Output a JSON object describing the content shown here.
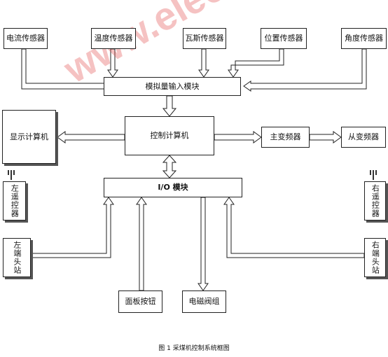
{
  "sensors": {
    "current": "电流传感器",
    "temperature": "温度传感器",
    "gas": "瓦斯传感器",
    "position": "位置传感器",
    "angle": "角度传感器"
  },
  "modules": {
    "analog_input": "模拟量输入模块",
    "control_computer": "控制计算机",
    "display_computer": "显示计算机",
    "io_module": "I/O  模块",
    "main_inverter": "主变频器",
    "slave_inverter": "从变频器",
    "panel_buttons": "面板按钮",
    "solenoid_valve": "电磁阀组"
  },
  "remotes": {
    "left": "左遥控器",
    "right": "右遥控器"
  },
  "terminals": {
    "left": "左端头站",
    "right": "右端头站"
  },
  "caption": "图 1 采煤机控制系统框图",
  "watermark": "www.elecfans.com",
  "colors": {
    "line": "#222222",
    "watermark": "#e05050"
  }
}
